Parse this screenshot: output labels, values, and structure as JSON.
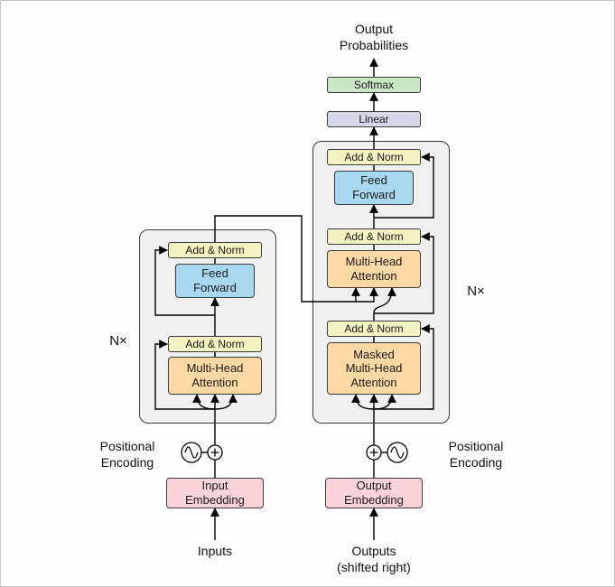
{
  "labels": {
    "output_probabilities": "Output\nProbabilities",
    "softmax": "Softmax",
    "linear": "Linear",
    "add_norm": "Add & Norm",
    "feed_forward": "Feed\nForward",
    "multi_head_attention": "Multi-Head\nAttention",
    "masked_multi_head_attention": "Masked\nMulti-Head\nAttention",
    "input_embedding": "Input\nEmbedding",
    "output_embedding": "Output\nEmbedding",
    "inputs": "Inputs",
    "outputs": "Outputs\n(shifted right)",
    "positional_encoding": "Positional\nEncoding",
    "n_times": "N×"
  },
  "colors": {
    "softmax": "#c9e7c5",
    "linear": "#d6d7e9",
    "add_norm": "#f2f2c2",
    "feed_forward": "#a8d8f0",
    "attention": "#fcd9a4",
    "embedding": "#fad3da",
    "block_bg": "#f0f0f0",
    "line": "#000000"
  }
}
